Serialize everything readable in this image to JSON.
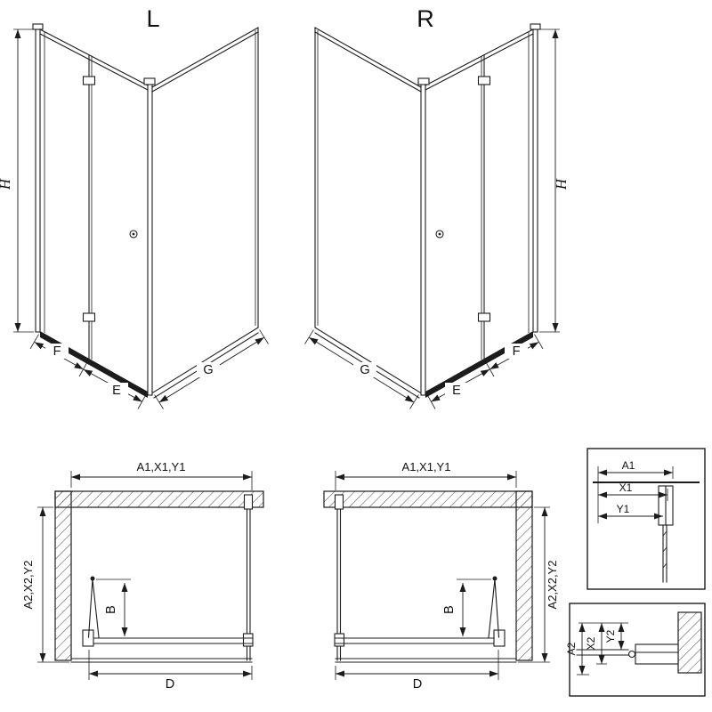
{
  "drawing": {
    "colors": {
      "background": "#ffffff",
      "line": "#1c1c1c",
      "hatch": "#555555"
    },
    "views": {
      "perspective_left": {
        "title": "L",
        "dim_height": "H",
        "dim_front_fixed": "F",
        "dim_front_entry": "E",
        "dim_side": "G"
      },
      "perspective_right": {
        "title": "R",
        "dim_height": "H",
        "dim_front_fixed": "F",
        "dim_front_entry": "E",
        "dim_side": "G"
      },
      "plan_left": {
        "dim_width": "A1,X1,Y1",
        "dim_depth": "A2,X2,Y2",
        "dim_door_projection": "B",
        "dim_front": "D"
      },
      "plan_right": {
        "dim_width": "A1,X1,Y1",
        "dim_depth": "A2,X2,Y2",
        "dim_door_projection": "B",
        "dim_front": "D"
      },
      "detail_width_profile": {
        "dim_max": "A1",
        "dim_mid": "X1",
        "dim_min": "Y1"
      },
      "detail_depth_profile": {
        "dim_max": "A2",
        "dim_mid": "X2",
        "dim_min": "Y2"
      }
    }
  }
}
